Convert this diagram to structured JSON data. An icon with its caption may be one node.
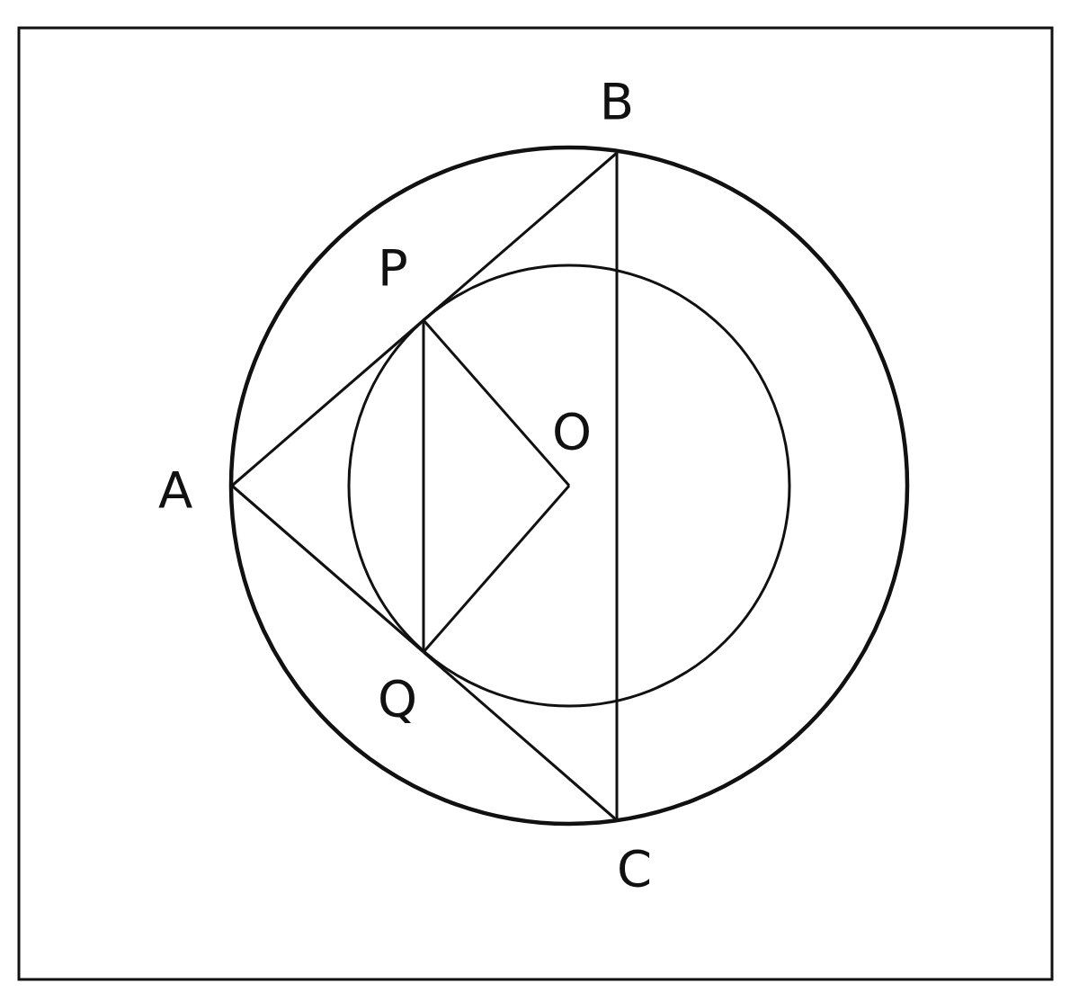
{
  "diagram": {
    "nodes": [
      {
        "text": [
          "B"
        ]
      },
      {
        "text": [
          "P"
        ]
      },
      {
        "text": [
          "O"
        ]
      },
      {
        "text": [
          "A"
        ]
      },
      {
        "text": [
          "Q"
        ]
      },
      {
        "text": [
          "C"
        ]
      }
    ],
    "edges": [
      {
        "from": 3,
        "to": 1,
        "arrow": "none"
      },
      {
        "from": 1,
        "to": 0,
        "arrow": "none"
      },
      {
        "from": 3,
        "to": 4,
        "arrow": "none"
      },
      {
        "from": 4,
        "to": 5,
        "arrow": "none"
      },
      {
        "from": 0,
        "to": 5,
        "arrow": "none"
      },
      {
        "from": 1,
        "to": 4,
        "arrow": "none"
      },
      {
        "from": 1,
        "to": 2,
        "arrow": "none"
      },
      {
        "from": 4,
        "to": 2,
        "arrow": "none"
      }
    ]
  }
}
